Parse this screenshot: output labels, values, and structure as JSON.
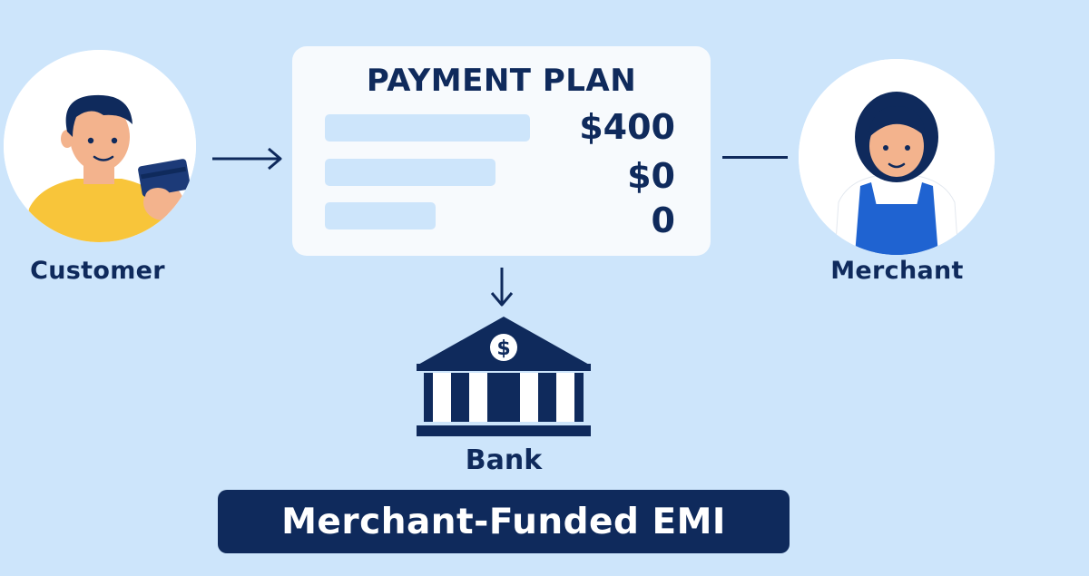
{
  "customer": {
    "label": "Customer"
  },
  "merchant": {
    "label": "Merchant"
  },
  "payment_plan": {
    "title": "PAYMENT PLAN",
    "rows": [
      {
        "amount": "$400"
      },
      {
        "amount": "$0"
      },
      {
        "amount": "0"
      }
    ]
  },
  "bank": {
    "label": "Bank",
    "icon": "bank-icon",
    "symbol": "$"
  },
  "banner": {
    "title": "Merchant-Funded EMI"
  },
  "colors": {
    "background": "#cde5fb",
    "navy": "#0f2a5c",
    "card": "#f7fafd",
    "customer_shirt": "#f8c53a",
    "merchant_apron": "#1f63d1"
  }
}
